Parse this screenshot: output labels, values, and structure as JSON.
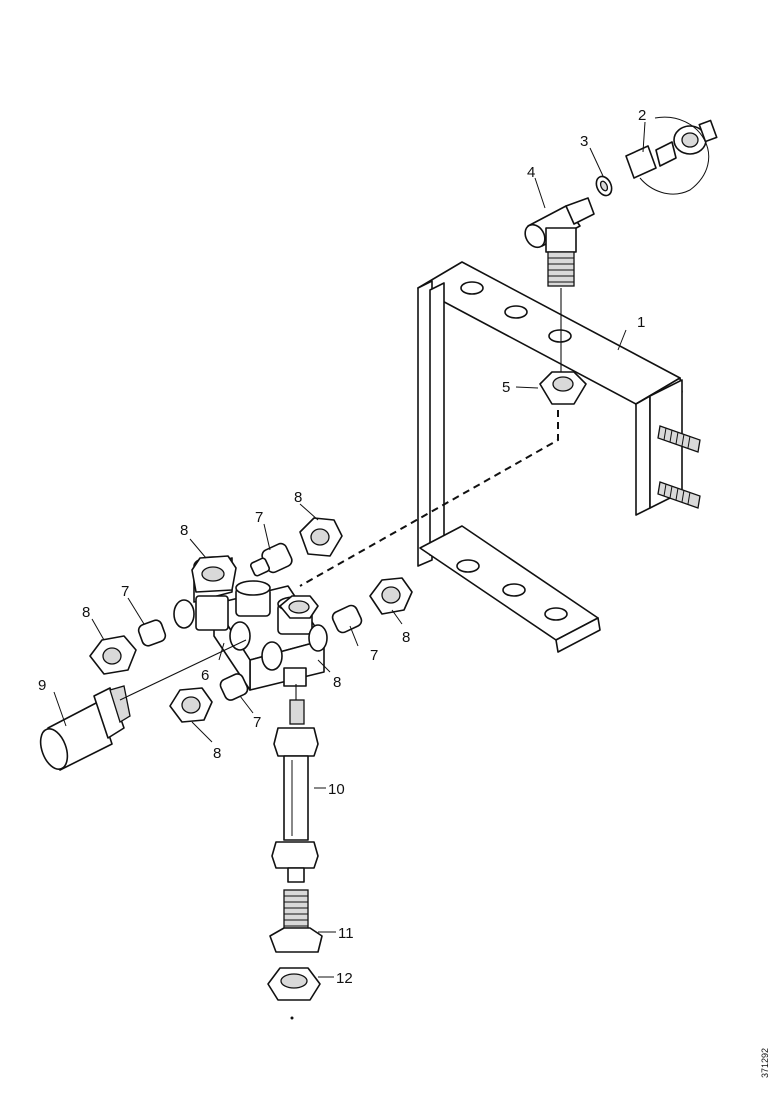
{
  "callouts": {
    "c1": "1",
    "c2": "2",
    "c3": "3",
    "c4": "4",
    "c5": "5",
    "c6": "6",
    "c7a": "7",
    "c7b": "7",
    "c7c": "7",
    "c7d": "7",
    "c8a": "8",
    "c8b": "8",
    "c8c": "8",
    "c8d": "8",
    "c8e": "8",
    "c8f": "8",
    "c9": "9",
    "c10": "10",
    "c11": "11",
    "c12": "12"
  },
  "document_id": "371292"
}
